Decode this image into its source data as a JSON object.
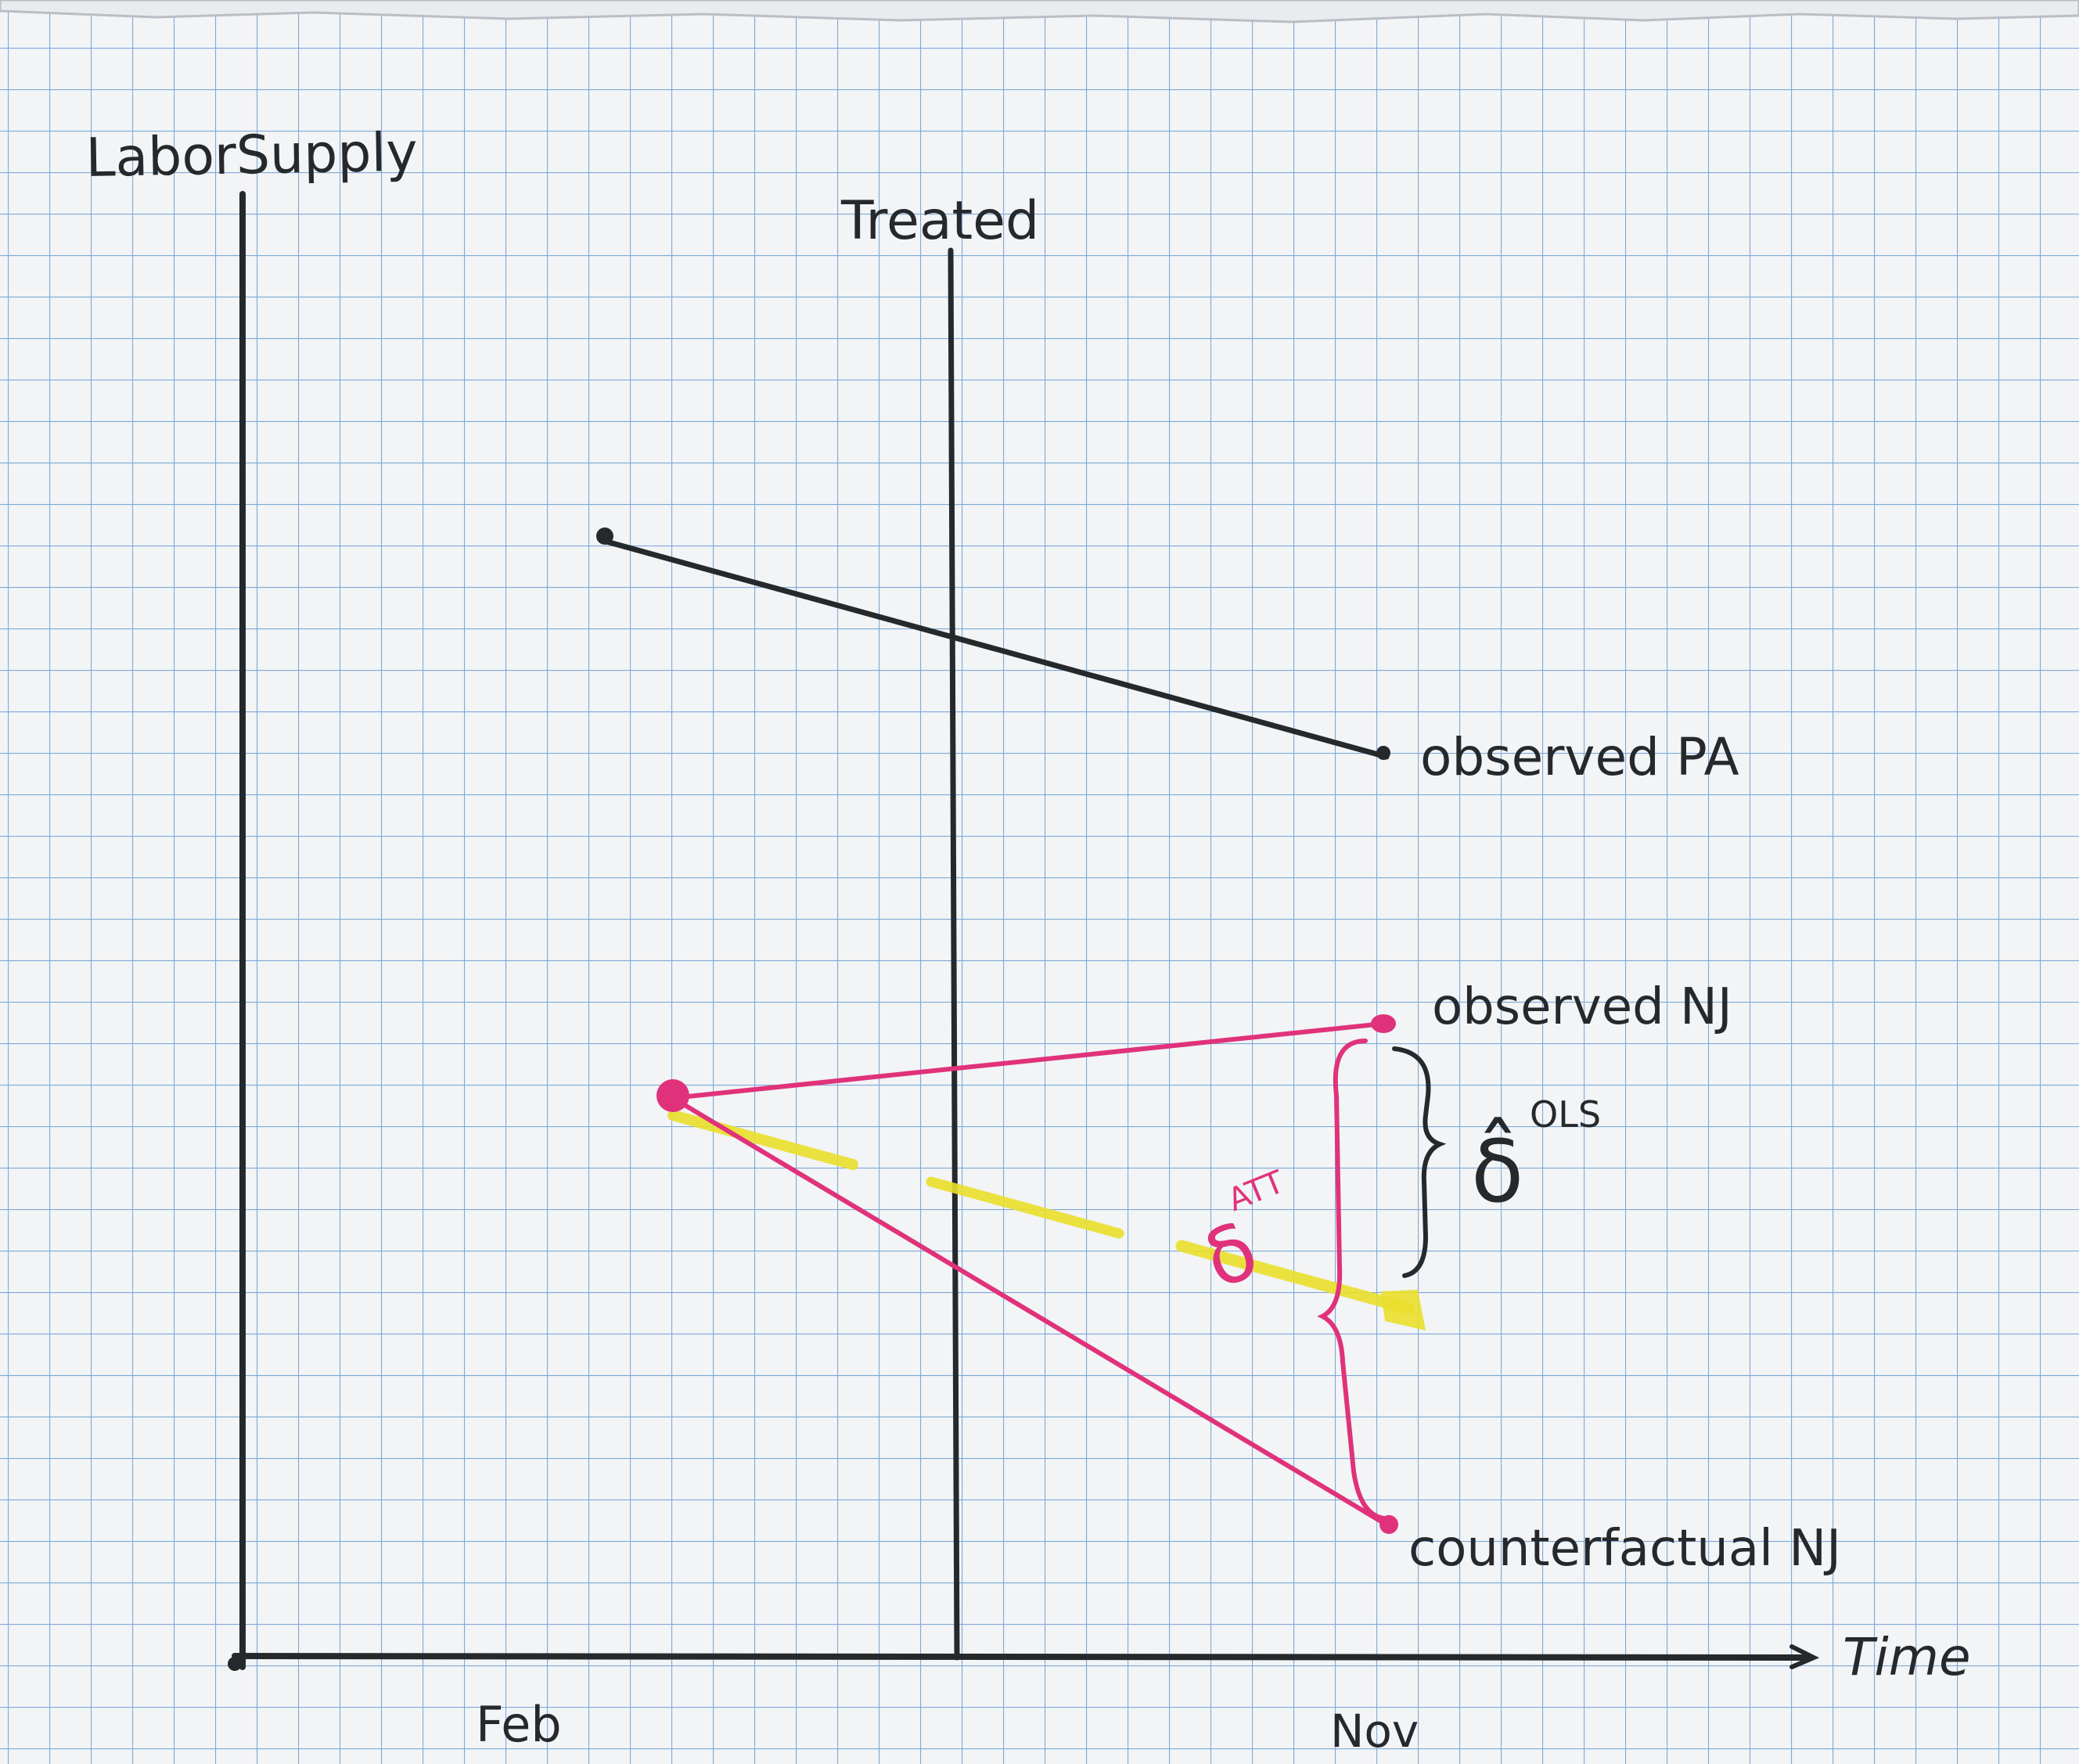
{
  "diagram": {
    "y_axis_label": "LaborSupply",
    "x_axis_label": "Time",
    "x_ticks": {
      "start": "Feb",
      "end": "Nov"
    },
    "treatment_label": "Treated",
    "points": {
      "observed_pa": "observed PA",
      "observed_nj": "observed NJ",
      "counterfactual_nj": "counterfactual NJ"
    },
    "estimators": {
      "ols": {
        "symbol": "δ̂",
        "superscript": "OLS"
      },
      "att": {
        "symbol": "δ",
        "superscript": "ATT"
      }
    }
  },
  "colors": {
    "paper": "#f2f4f6",
    "grid": "#6f9fd2",
    "ink": "#26292c",
    "pink": "#e0327a",
    "yellow": "#eadf2c"
  }
}
